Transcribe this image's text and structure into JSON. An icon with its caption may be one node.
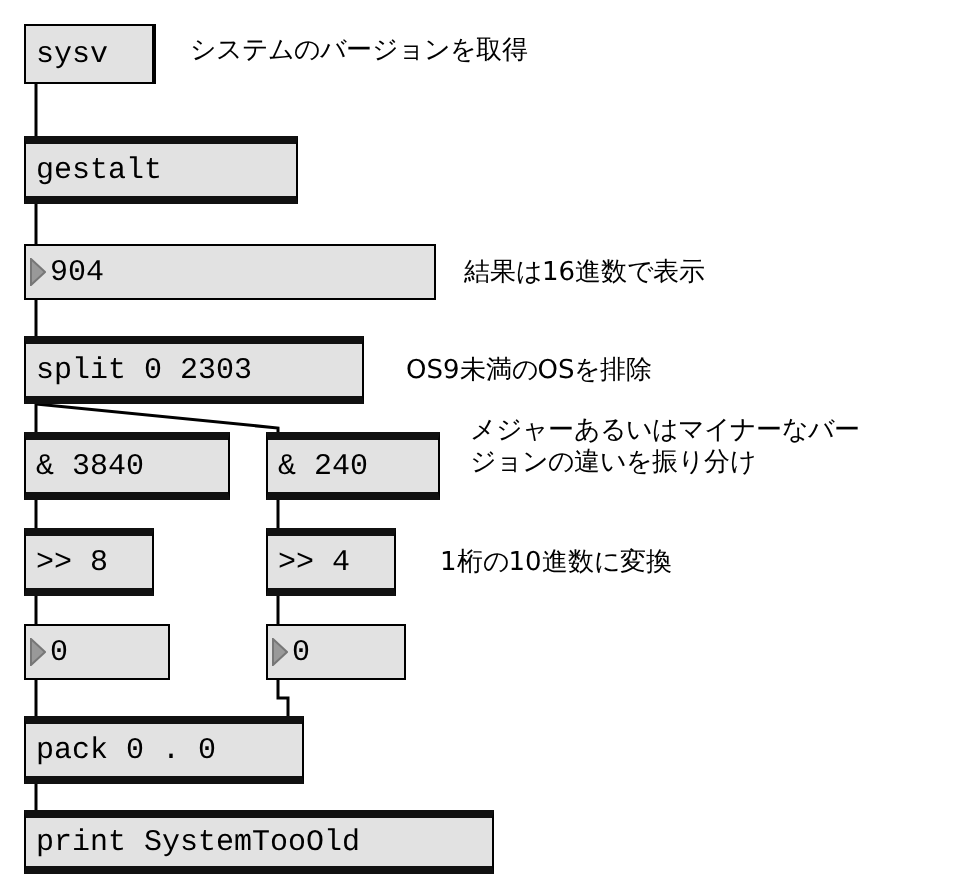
{
  "diagram": {
    "nodes": [
      {
        "text": [
          "sysv"
        ],
        "beside": [
          "システムのバージョンを取得"
        ]
      },
      {
        "text": [
          "gestalt"
        ]
      },
      {
        "text": [
          "904"
        ],
        "beside": [
          "結果は16進数で表示"
        ]
      },
      {
        "text": [
          "split 0 2303"
        ],
        "beside": [
          "OS9未満のOSを排除"
        ]
      },
      {
        "text": [
          "& 3840"
        ]
      },
      {
        "text": [
          "& 240"
        ],
        "beside": [
          "メジャーあるいはマイナーなバージョンの違いを振り分け"
        ]
      },
      {
        "text": [
          ">> 8"
        ]
      },
      {
        "text": [
          ">> 4"
        ],
        "beside": [
          "1桁の10進数に変換"
        ]
      },
      {
        "text": [
          "0"
        ]
      },
      {
        "text": [
          "0"
        ]
      },
      {
        "text": [
          "pack 0 . 0"
        ]
      },
      {
        "text": [
          "print SystemTooOld"
        ]
      }
    ],
    "edges": [
      {
        "from": 0,
        "to": 1,
        "arrow": "none"
      },
      {
        "from": 1,
        "to": 2,
        "arrow": "none"
      },
      {
        "from": 2,
        "to": 3,
        "arrow": "none"
      },
      {
        "from": 3,
        "to": 4,
        "arrow": "none"
      },
      {
        "from": 3,
        "to": 5,
        "arrow": "none"
      },
      {
        "from": 4,
        "to": 6,
        "arrow": "none"
      },
      {
        "from": 5,
        "to": 7,
        "arrow": "none"
      },
      {
        "from": 6,
        "to": 8,
        "arrow": "none"
      },
      {
        "from": 7,
        "to": 9,
        "arrow": "none"
      },
      {
        "from": 8,
        "to": 10,
        "arrow": "none"
      },
      {
        "from": 9,
        "to": 10,
        "arrow": "none"
      },
      {
        "from": 10,
        "to": 11,
        "arrow": "none"
      }
    ]
  }
}
